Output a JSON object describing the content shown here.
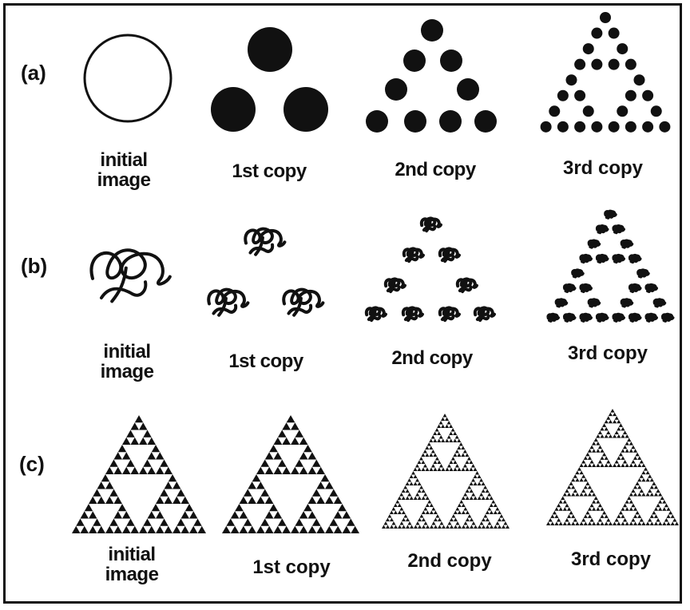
{
  "rows": [
    {
      "label": "(a)",
      "panels": [
        {
          "caption_line1": "initial",
          "caption_line2": "image"
        },
        {
          "caption_line1": "1st copy",
          "caption_line2": ""
        },
        {
          "caption_line1": "2nd copy",
          "caption_line2": ""
        },
        {
          "caption_line1": "3rd copy",
          "caption_line2": ""
        }
      ]
    },
    {
      "label": "(b)",
      "panels": [
        {
          "caption_line1": "initial",
          "caption_line2": "image"
        },
        {
          "caption_line1": "1st copy",
          "caption_line2": ""
        },
        {
          "caption_line1": "2nd copy",
          "caption_line2": ""
        },
        {
          "caption_line1": "3rd copy",
          "caption_line2": ""
        }
      ]
    },
    {
      "label": "(c)",
      "panels": [
        {
          "caption_line1": "initial",
          "caption_line2": "image"
        },
        {
          "caption_line1": "1st copy",
          "caption_line2": ""
        },
        {
          "caption_line1": "2nd copy",
          "caption_line2": ""
        },
        {
          "caption_line1": "3rd copy",
          "caption_line2": ""
        }
      ]
    }
  ],
  "colors": {
    "ink": "#111111",
    "paper": "#ffffff"
  }
}
